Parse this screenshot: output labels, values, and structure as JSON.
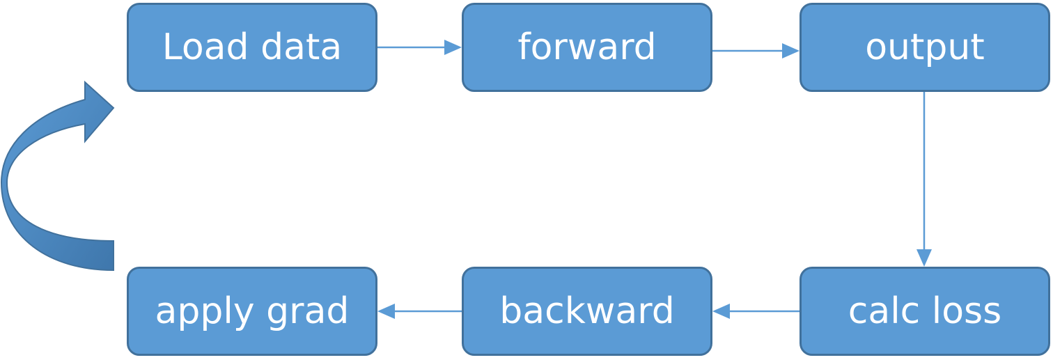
{
  "diagram": {
    "nodes": {
      "load_data": "Load data",
      "forward": "forward",
      "output": "output",
      "calc_loss": "calc loss",
      "backward": "backward",
      "apply_grad": "apply grad"
    },
    "edges": [
      {
        "from": "load_data",
        "to": "forward"
      },
      {
        "from": "forward",
        "to": "output"
      },
      {
        "from": "output",
        "to": "calc_loss"
      },
      {
        "from": "calc_loss",
        "to": "backward"
      },
      {
        "from": "backward",
        "to": "apply_grad"
      },
      {
        "from": "apply_grad",
        "to": "load_data",
        "style": "curved-block-arrow"
      }
    ],
    "colors": {
      "node_fill": "#5b9bd5",
      "node_border": "#41719c",
      "node_text": "#ffffff",
      "connector": "#5b9bd5",
      "loop_arrow": "#4f86c6"
    }
  }
}
